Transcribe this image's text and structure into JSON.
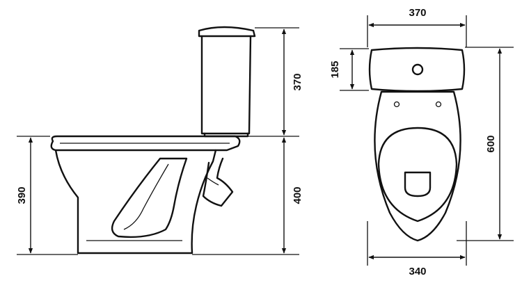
{
  "dimensions": {
    "side_floor_to_rim": "390",
    "side_tank_height": "370",
    "side_tank_base_height": "400",
    "top_tank_width": "370",
    "top_tank_depth": "185",
    "top_total_length": "600",
    "top_bowl_width": "340"
  },
  "colors": {
    "line": "#111111",
    "background": "#ffffff"
  }
}
